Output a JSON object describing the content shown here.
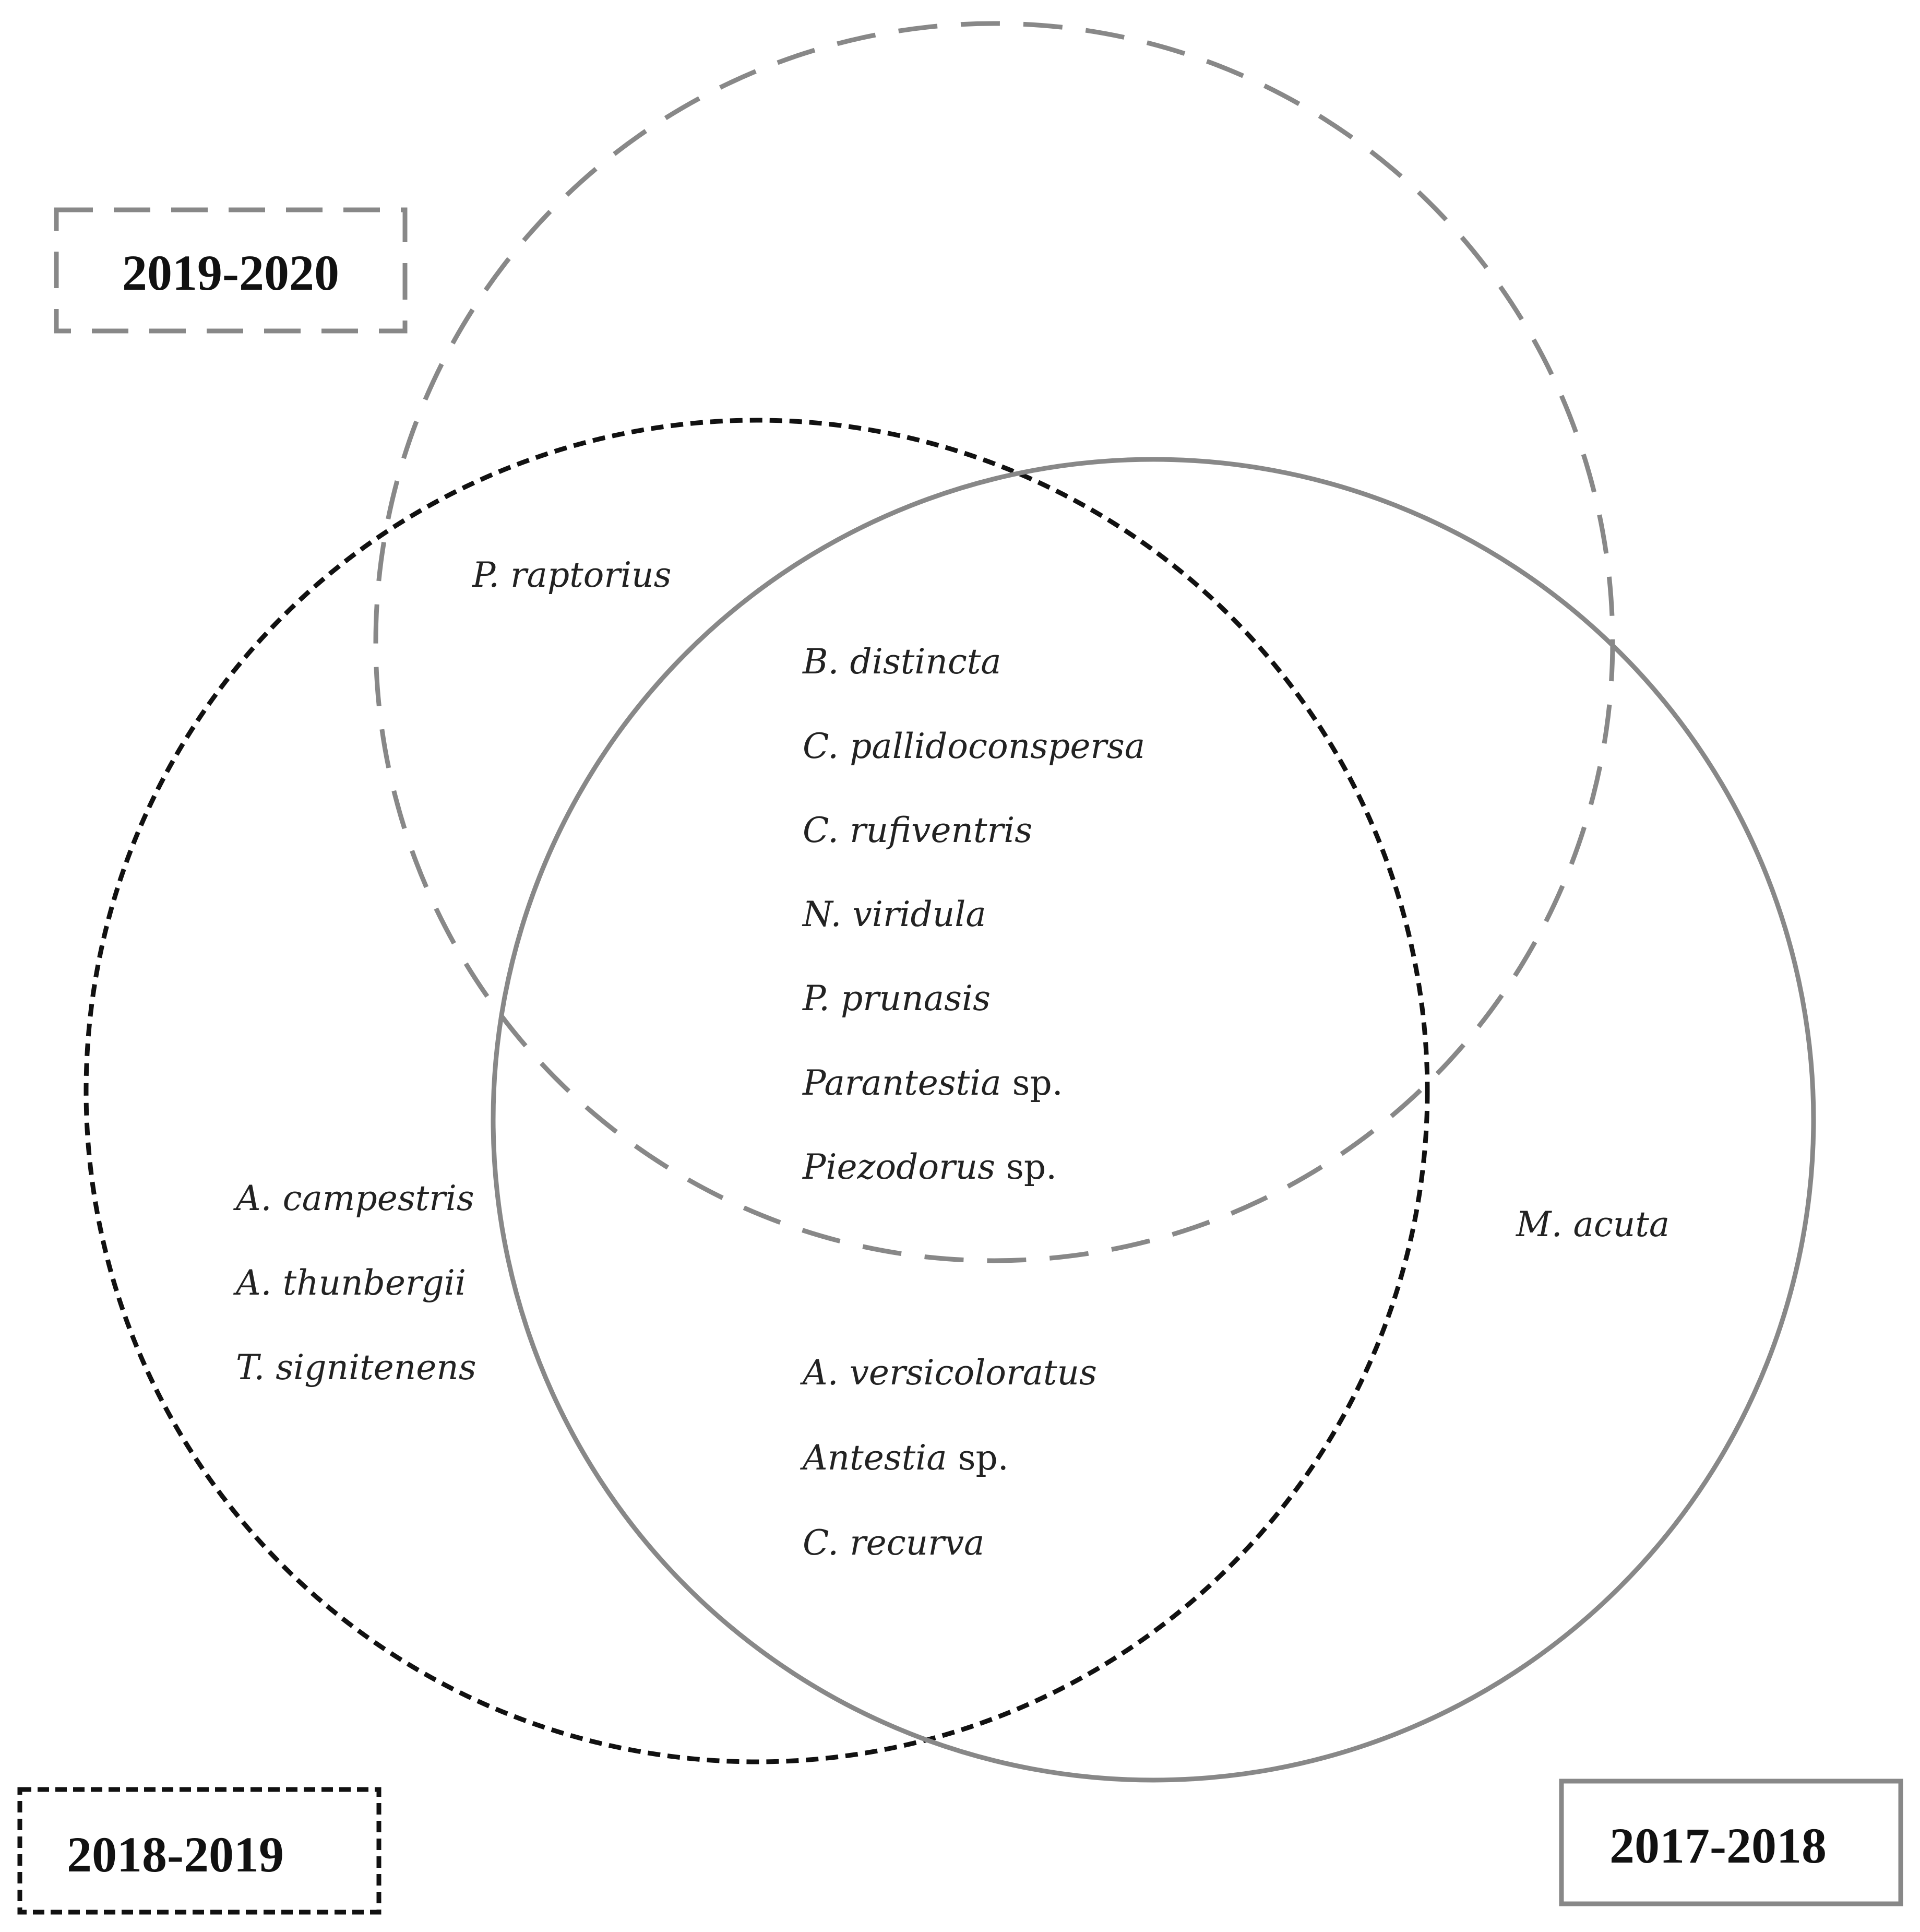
{
  "sets": {
    "s2019_2020": {
      "label": "2019-2020",
      "color": "#888888",
      "style": "long-dash"
    },
    "s2018_2019": {
      "label": "2018-2019",
      "color": "#111111",
      "style": "short-dash"
    },
    "s2017_2018": {
      "label": "2017-2018",
      "color": "#888888",
      "style": "solid"
    }
  },
  "regions": {
    "only_2019_2020_and_2018_2019": [
      "P. raptorius"
    ],
    "all_three": [
      {
        "italic": "B. distincta",
        "rest": ""
      },
      {
        "italic": "C. pallidoconspersa",
        "rest": ""
      },
      {
        "italic": "C. rufiventris",
        "rest": ""
      },
      {
        "italic": "N. viridula",
        "rest": ""
      },
      {
        "italic": "P. prunasis",
        "rest": ""
      },
      {
        "italic": "Parantestia",
        "rest": " sp."
      },
      {
        "italic": "Piezodorus",
        "rest": " sp."
      }
    ],
    "only_2018_2019": [
      "A. campestris",
      "A. thunbergii",
      "T. signitenens"
    ],
    "only_2017_2018": [
      "M. acuta"
    ],
    "2018_2019_and_2017_2018": [
      {
        "italic": "A. versicoloratus",
        "rest": ""
      },
      {
        "italic": "Antestia",
        "rest": " sp."
      },
      {
        "italic": "C. recurva",
        "rest": ""
      }
    ]
  }
}
